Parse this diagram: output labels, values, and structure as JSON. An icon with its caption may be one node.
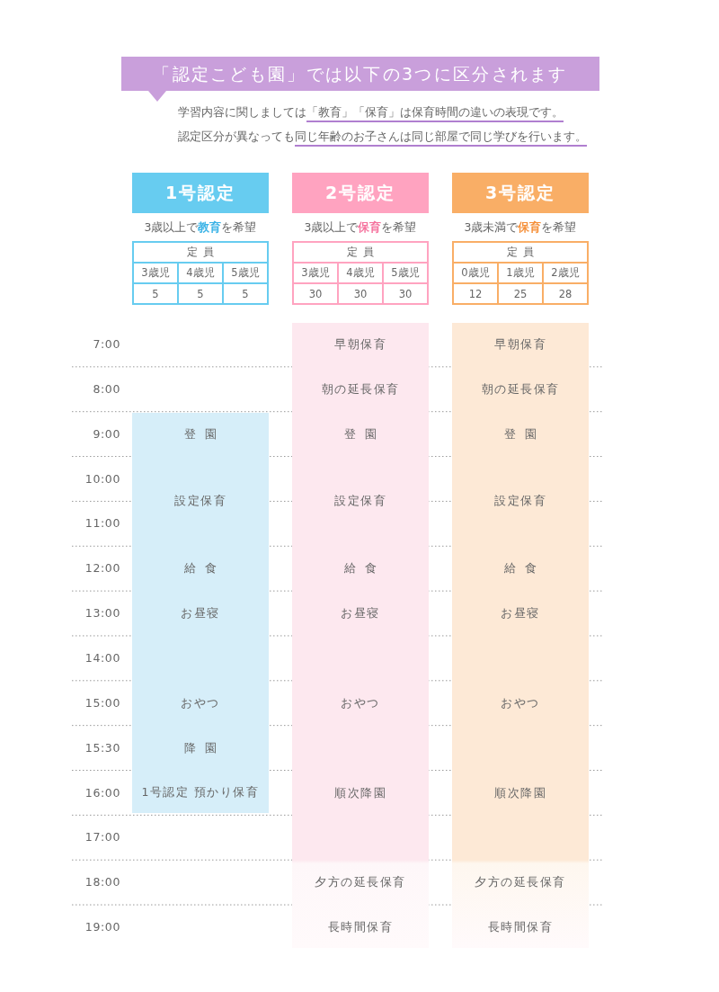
{
  "diagram": {
    "nodes": [
      {
        "text": [
          "「認定こども園」では以下の3つに区分されます"
        ]
      },
      {
        "text": [
          "1号認定"
        ],
        "beside": [
          "3歳以上で**教育**を希望"
        ]
      },
      {
        "text": [
          "2号認定"
        ],
        "beside": [
          "3歳以上で**保育**を希望"
        ]
      },
      {
        "text": [
          "3号認定"
        ],
        "beside": [
          "3歳未満で**保育**を希望"
        ]
      },
      {
        "text": [
          "登園",
          "設定保育",
          "給食",
          "お昼寝",
          "おやつ",
          "降園",
          "1号認定 預かり保育"
        ]
      },
      {
        "text": [
          "早朝保育",
          "朝の延長保育",
          "登園",
          "設定保育",
          "給食",
          "お昼寝",
          "おやつ",
          "順次降園",
          "夕方の延長保育",
          "長時間保育"
        ]
      },
      {
        "text": [
          "早朝保育",
          "朝の延長保育",
          "登園",
          "設定保育",
          "給食",
          "お昼寝",
          "おやつ",
          "順次降園",
          "夕方の延長保育",
          "長時間保育"
        ]
      }
    ],
    "labels": [
      "学習内容に関しましては",
      "「教育」「保育」は保育時間の違いの表現です。",
      "認定区分が異なっても",
      "同じ年齢のお子さんは同じ部屋で同じ学びを行います。",
      "定員",
      "3歳児",
      "4歳児",
      "5歳児",
      "5",
      "5",
      "5",
      "定員",
      "3歳児",
      "4歳児",
      "5歳児",
      "30",
      "30",
      "30",
      "定員",
      "0歳児",
      "1歳児",
      "2歳児",
      "12",
      "25",
      "28",
      "7:00",
      "8:00",
      "9:00",
      "10:00",
      "11:00",
      "12:00",
      "13:00",
      "14:00",
      "15:00",
      "15:30",
      "16:00",
      "17:00",
      "18:00",
      "19:00"
    ]
  }
}
